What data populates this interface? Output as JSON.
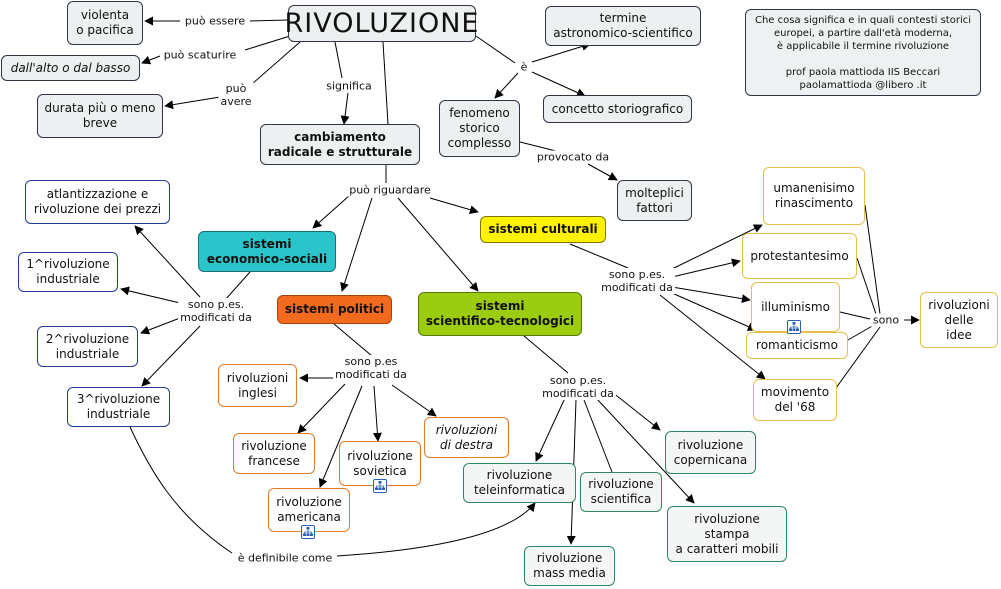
{
  "nodes": {
    "rivoluzione": "RIVOLUZIONE",
    "violenta": "violenta\no pacifica",
    "dallalto": "dall'alto o dal basso",
    "durata": "durata più o meno\nbreve",
    "cambiamento": "cambiamento\nradicale e strutturale",
    "termine": "termine\nastronomico-scientifico",
    "concetto": "concetto storiografico",
    "fenomeno": "fenomeno\nstorico\ncomplesso",
    "molteplici": "molteplici\nfattori",
    "atlantizzazione": "atlantizzazione e\nrivoluzione dei prezzi",
    "rivind1": "1^rivoluzione\nindustriale",
    "rivind2": "2^rivoluzione\nindustriale",
    "rivind3": "3^rivoluzione\nindustriale",
    "sistemi_economico": "sistemi\neconomico-sociali",
    "sistemi_politici": "sistemi politici",
    "sistemi_scientifico": "sistemi\nscientifico-tecnologici",
    "sistemi_culturali": "sistemi culturali",
    "riv_inglesi": "rivoluzioni\ninglesi",
    "riv_francese": "rivoluzione\nfrancese",
    "riv_sovietica": "rivoluzione\nsovietica",
    "riv_americana": "rivoluzione\namericana",
    "riv_destra": "rivoluzioni\ndi destra",
    "umanesimo": "umanenisimo\nrinascimento",
    "protestantesimo": "protestantesimo",
    "illuminismo": "illuminismo",
    "romanticismo": "romanticismo",
    "movimento68": "movimento\ndel '68",
    "riv_idee": "rivoluzioni\ndelle\nidee",
    "riv_copernicana": "rivoluzione\ncopernicana",
    "riv_teleinformatica": "rivoluzione\nteleinformatica",
    "riv_scientifica": "rivoluzione\nscientifica",
    "riv_stampa": "rivoluzione\nstampa\na caratteri mobili",
    "riv_massmedia": "rivoluzione\nmass media"
  },
  "note": "Che cosa significa e in quali contesti storici\neuropei, a partire dall'età moderna,\nè applicabile il termine rivoluzione\n\nprof paola mattioda IIS Beccari\npaolamattioda @libero .it",
  "links": {
    "puo_essere": "può essere",
    "puo_scaturire": "può scaturire",
    "puo_avere": "può\navere",
    "significa": "significa",
    "e": "è",
    "provocato_da": "provocato da",
    "puo_riguardare": "può  riguardare",
    "sono_pes_eco": "sono p.es.\nmodificati da",
    "sono_pes_pol": "sono p.es\nmodificati da",
    "sono_pes_sci": "sono p.es.\nmodificati da",
    "sono_pes_cul": "sono p.es.\nmodificati da",
    "sono": "sono",
    "definibile": "è definibile come"
  },
  "icons": [
    "concept-map-icon",
    "concept-map-icon",
    "concept-map-icon"
  ]
}
